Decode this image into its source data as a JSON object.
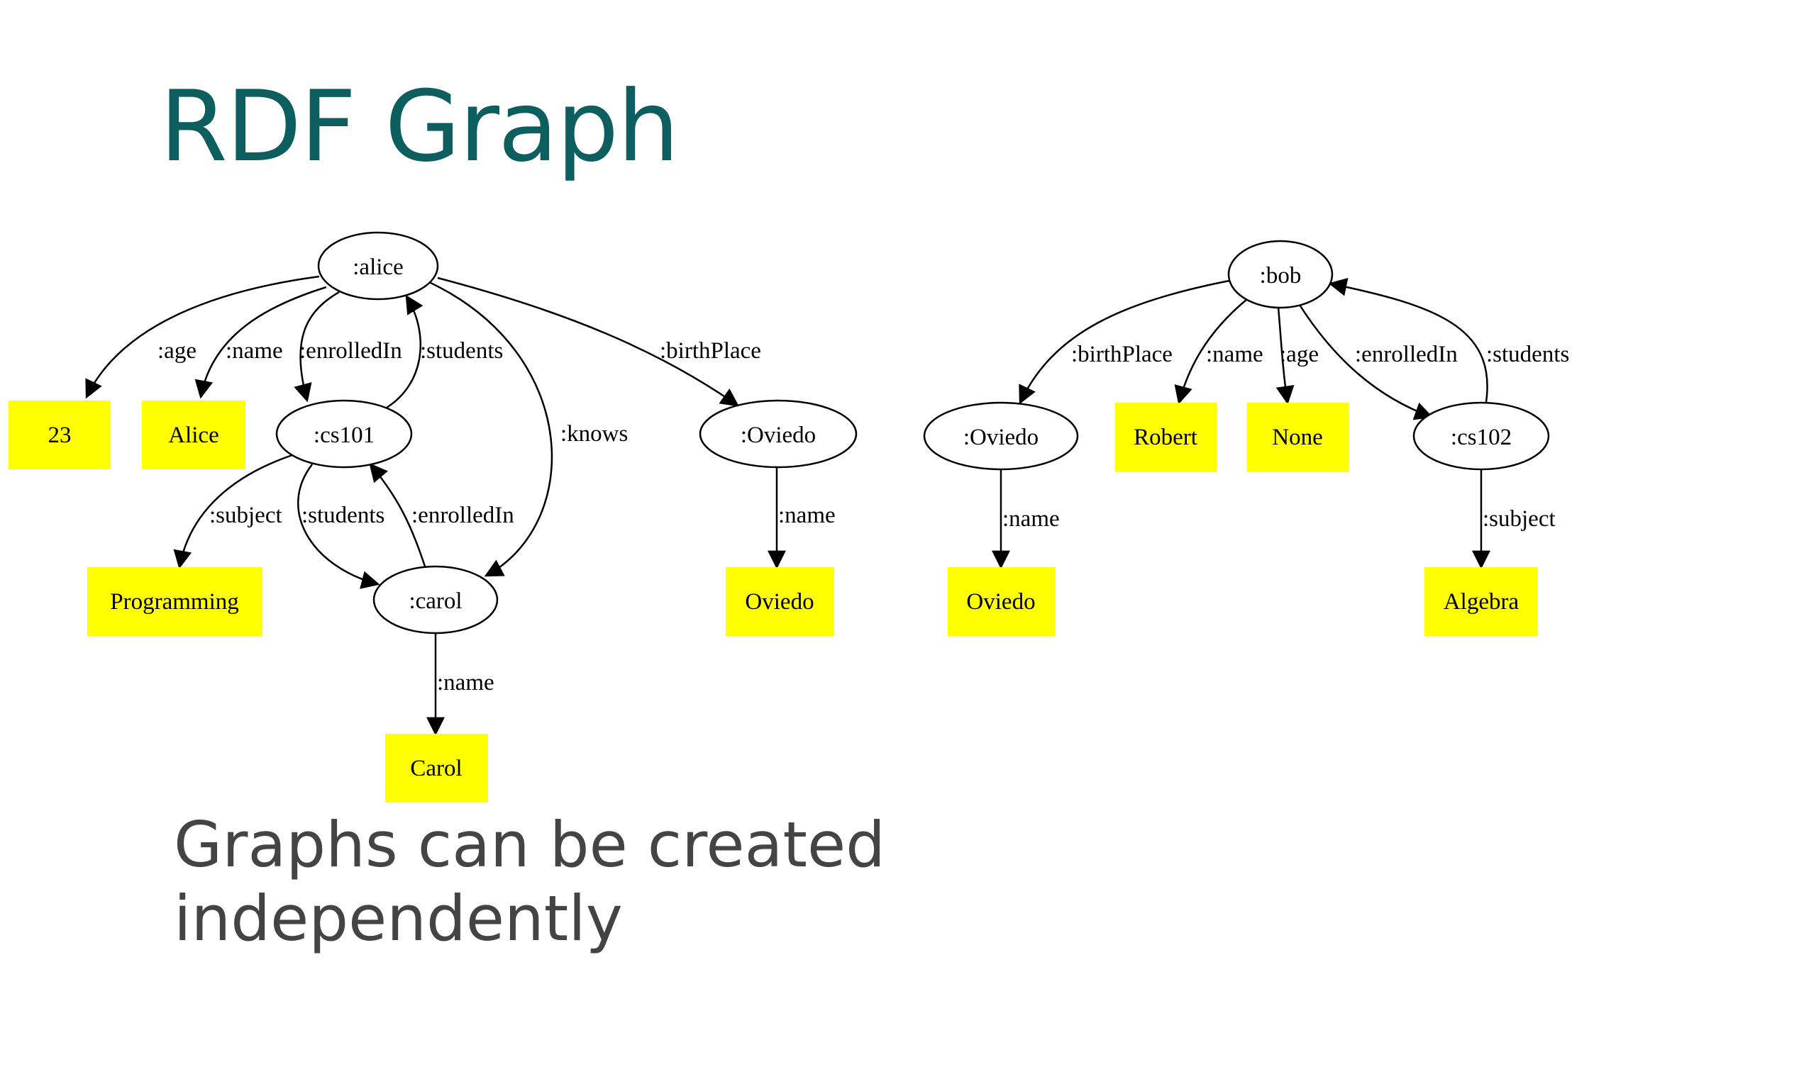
{
  "slide": {
    "title": "RDF Graph",
    "caption_line1": "Graphs can be created",
    "caption_line2": "independently"
  },
  "colors": {
    "title": "#0d5e5e",
    "literal_fill": "#ffff00",
    "caption": "#444444"
  },
  "graph_left": {
    "nodes": {
      "alice": ":alice",
      "cs101": ":cs101",
      "carol": ":carol",
      "oviedo": ":Oviedo"
    },
    "literals": {
      "age": "23",
      "name_alice": "Alice",
      "programming": "Programming",
      "oviedo_name": "Oviedo",
      "carol_name": "Carol"
    },
    "edges": {
      "age": ":age",
      "name": ":name",
      "enrolledIn": ":enrolledIn",
      "students": ":students",
      "knows": ":knows",
      "birthPlace": ":birthPlace",
      "subject": ":subject",
      "cs101_students": ":students",
      "carol_enrolledIn": ":enrolledIn",
      "oviedo_name": ":name",
      "carol_name": ":name"
    }
  },
  "graph_right": {
    "nodes": {
      "bob": ":bob",
      "oviedo": ":Oviedo",
      "cs102": ":cs102"
    },
    "literals": {
      "robert": "Robert",
      "none": "None",
      "oviedo_name": "Oviedo",
      "algebra": "Algebra"
    },
    "edges": {
      "birthPlace": ":birthPlace",
      "name": ":name",
      "age": ":age",
      "enrolledIn": ":enrolledIn",
      "students": ":students",
      "oviedo_name": ":name",
      "subject": ":subject"
    }
  }
}
